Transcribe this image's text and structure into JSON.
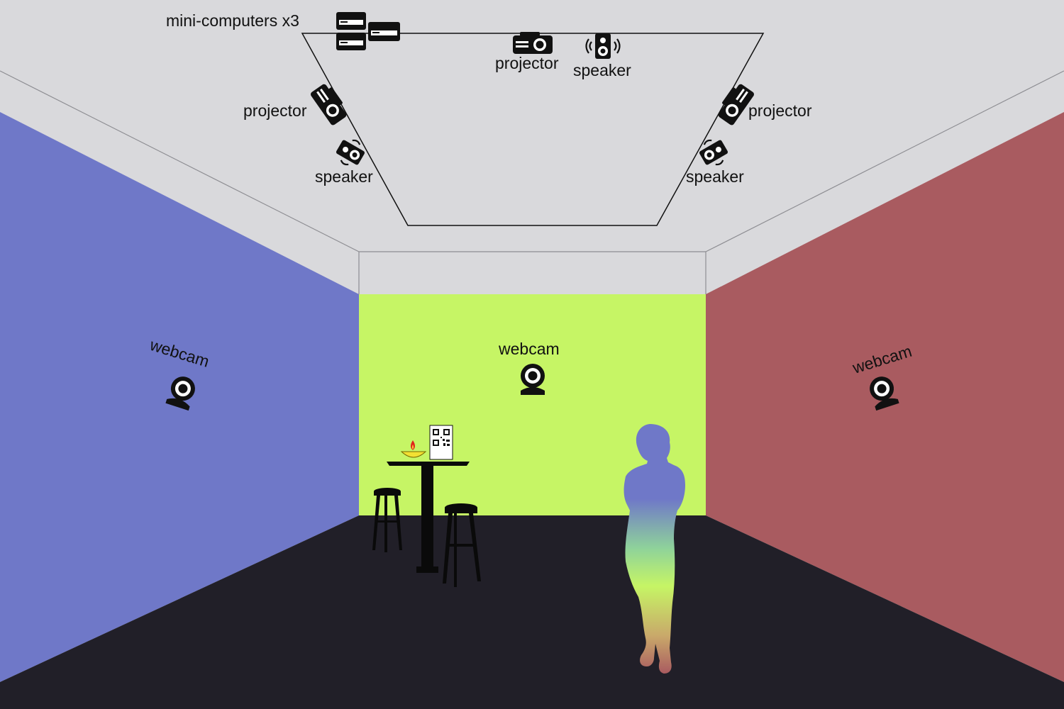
{
  "colors": {
    "ceiling": "#d9d9dc",
    "left_wall": "#6f78c8",
    "back_wall": "#c6f565",
    "right_wall": "#a95b60",
    "floor": "#211f28",
    "icon": "#111111"
  },
  "ceiling_rig": {
    "mini_computers_label": "mini-computers x3",
    "projector_center_label": "projector",
    "speaker_center_label": "speaker",
    "projector_left_label": "projector",
    "speaker_left_label": "speaker",
    "projector_right_label": "projector",
    "speaker_right_label": "speaker"
  },
  "walls": {
    "left_webcam_label": "webcam",
    "center_webcam_label": "webcam",
    "right_webcam_label": "webcam"
  },
  "icons": [
    "mini-computer-icon",
    "projector-icon",
    "speaker-icon",
    "webcam-icon",
    "qr-code-icon",
    "candle-icon",
    "bar-stool-icon",
    "table-icon",
    "person-silhouette-icon"
  ]
}
